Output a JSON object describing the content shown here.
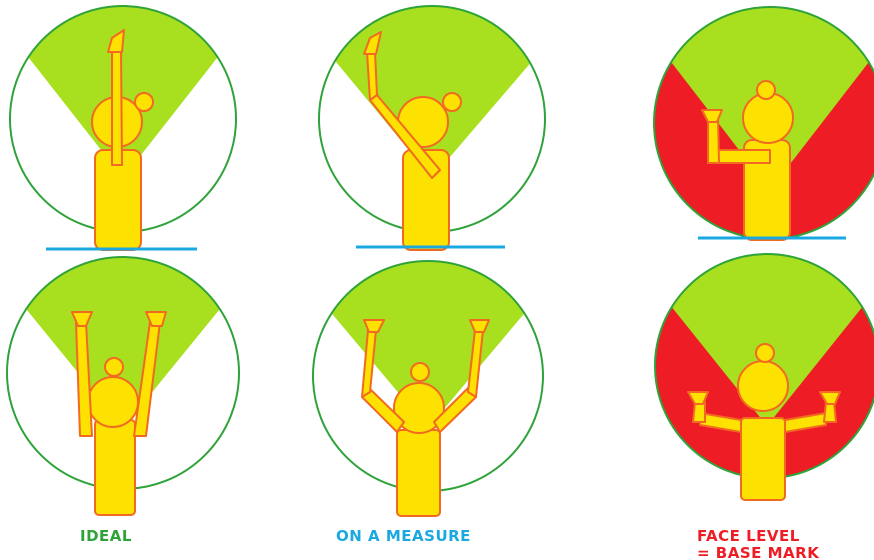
{
  "colors": {
    "zone_green": "#a8df1e",
    "zone_red": "#ee1d25",
    "circle_stroke": "#2fa33a",
    "figure_fill": "#fde100",
    "figure_stroke": "#f26a21",
    "baseline": "#1aa8e0"
  },
  "captions": {
    "ideal": {
      "text": "IDEAL",
      "color": "#2fa33a"
    },
    "on_measure": {
      "text": "ON A MEASURE",
      "color": "#1aa8e0"
    },
    "face_level": {
      "line1": "FACE LEVEL",
      "line2": "= BASE MARK",
      "color": "#ee1d25"
    }
  }
}
